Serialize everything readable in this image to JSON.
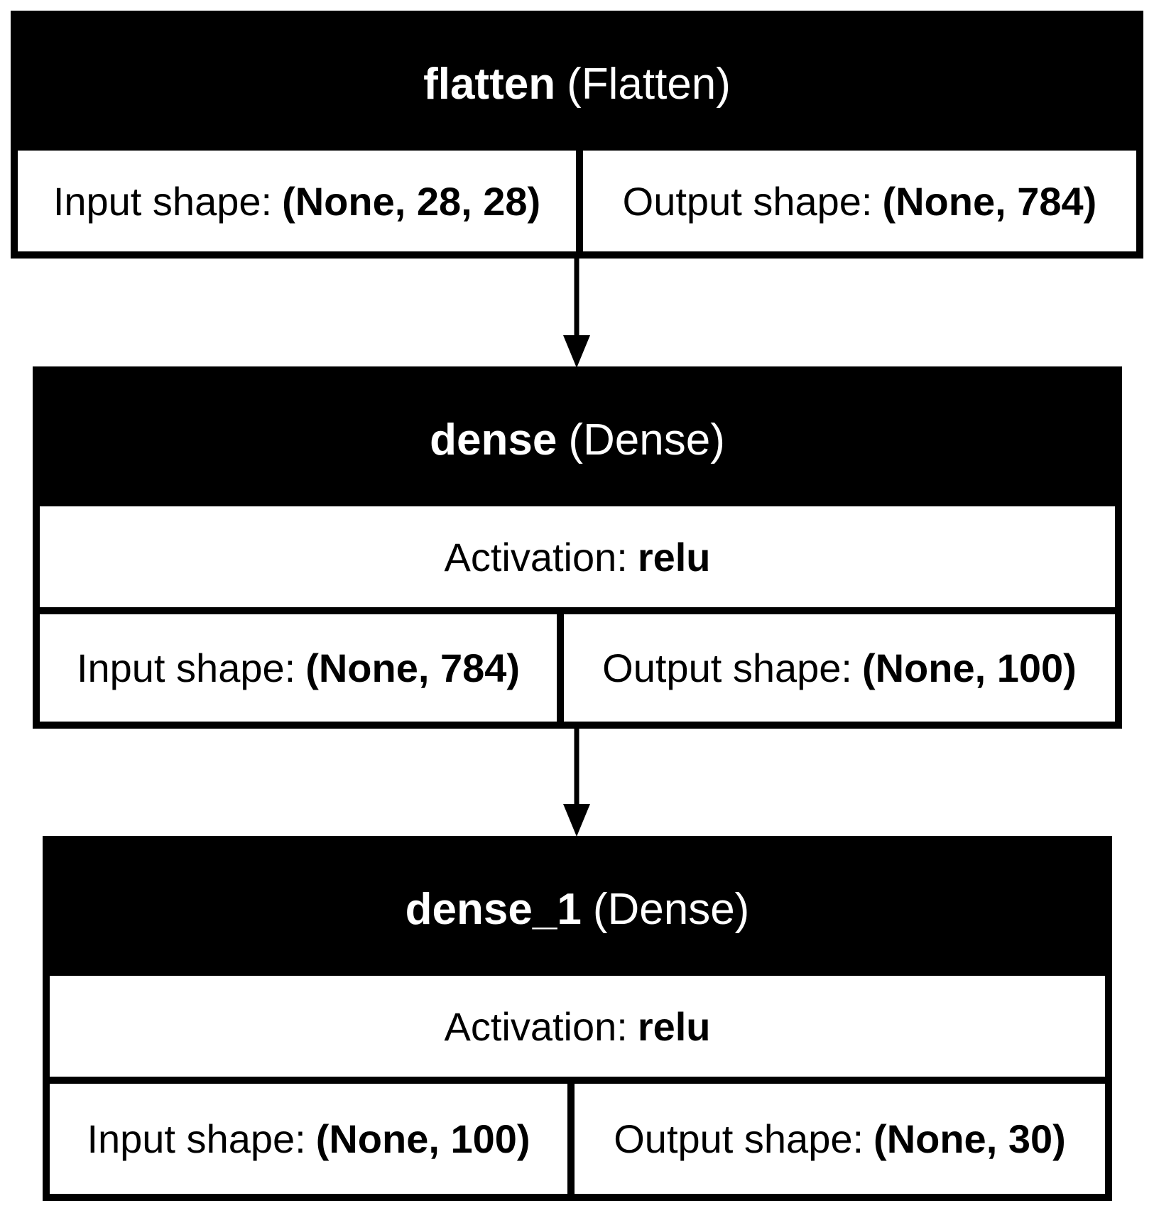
{
  "layers": [
    {
      "name": "flatten",
      "type": "(Flatten)",
      "input_label": "Input shape:",
      "input_value": "(None, 28, 28)",
      "output_label": "Output shape:",
      "output_value": "(None, 784)"
    },
    {
      "name": "dense",
      "type": "(Dense)",
      "activation_label": "Activation:",
      "activation_value": "relu",
      "input_label": "Input shape:",
      "input_value": "(None, 784)",
      "output_label": "Output shape:",
      "output_value": "(None, 100)"
    },
    {
      "name": "dense_1",
      "type": "(Dense)",
      "activation_label": "Activation:",
      "activation_value": "relu",
      "input_label": "Input shape:",
      "input_value": "(None, 100)",
      "output_label": "Output shape:",
      "output_value": "(None, 30)"
    }
  ],
  "edges": [
    {
      "from": "flatten",
      "to": "dense"
    },
    {
      "from": "dense",
      "to": "dense_1"
    }
  ]
}
